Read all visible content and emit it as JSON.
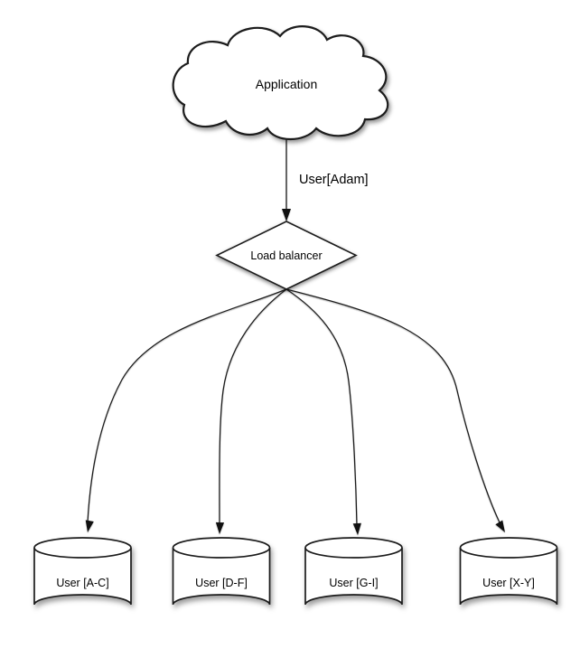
{
  "diagram": {
    "description": "Database sharding diagram: application routed through a load balancer to user shards",
    "colors": {
      "stroke": "#1c1c1c",
      "node_fill": "#ffffff",
      "text": "#000000",
      "background": "#ffffff"
    },
    "nodes": {
      "application": {
        "label": "Application",
        "shape": "cloud"
      },
      "load_balancer": {
        "label": "Load balancer",
        "shape": "diamond"
      },
      "shards": [
        {
          "label": "User [A-C]",
          "shape": "cylinder"
        },
        {
          "label": "User [D-F]",
          "shape": "cylinder"
        },
        {
          "label": "User [G-I]",
          "shape": "cylinder"
        },
        {
          "label": "User [X-Y]",
          "shape": "cylinder"
        }
      ]
    },
    "edges": {
      "app_to_lb": {
        "label": "User[Adam]",
        "from": "application",
        "to": "load_balancer"
      },
      "lb_to_shard_count": 4
    }
  }
}
